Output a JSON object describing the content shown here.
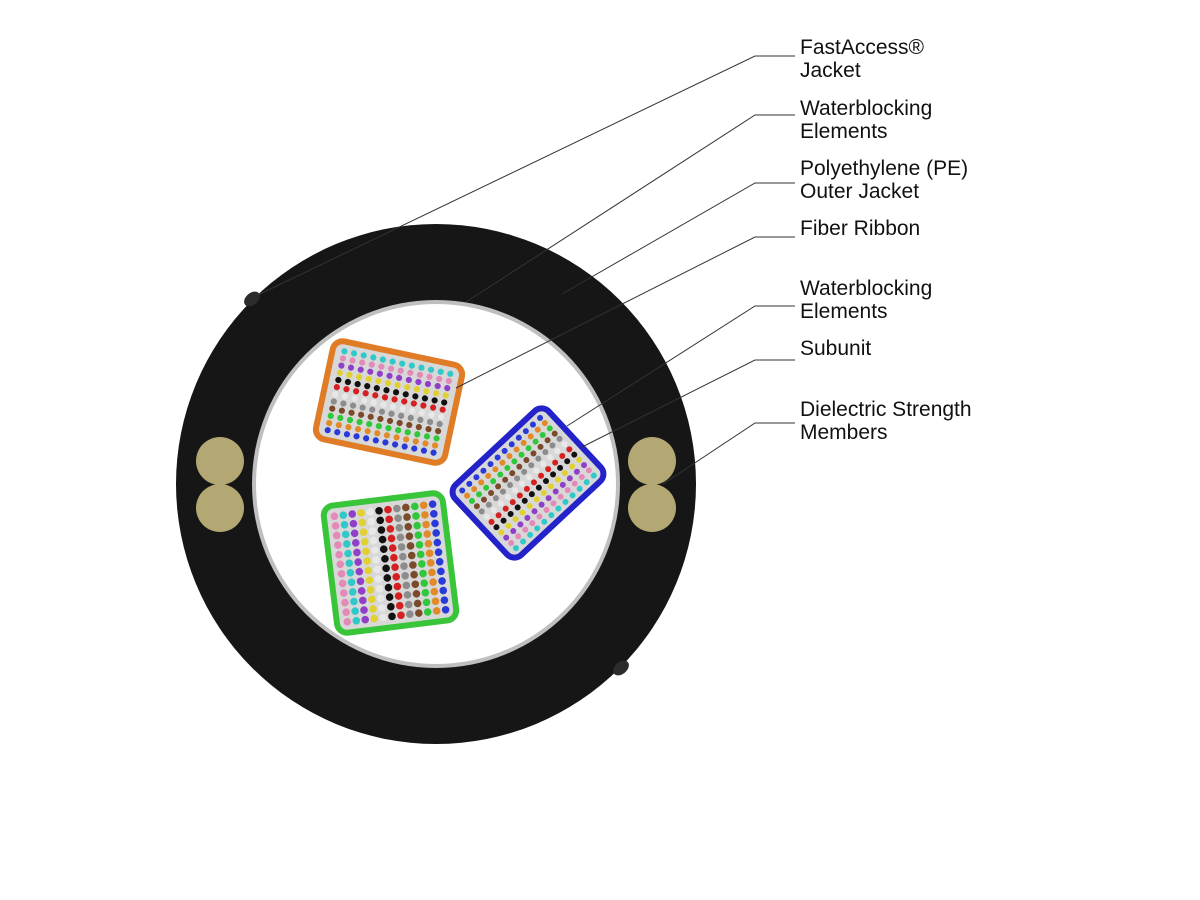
{
  "labels": [
    {
      "id": "fastaccess-jacket",
      "lines": [
        "FastAccess®",
        "Jacket"
      ]
    },
    {
      "id": "waterblocking-elements-outer",
      "lines": [
        "Waterblocking",
        "Elements"
      ]
    },
    {
      "id": "pe-outer-jacket",
      "lines": [
        "Polyethylene (PE)",
        "Outer Jacket"
      ]
    },
    {
      "id": "fiber-ribbon",
      "lines": [
        "Fiber Ribbon"
      ]
    },
    {
      "id": "waterblocking-elements-inner",
      "lines": [
        "Waterblocking",
        "Elements"
      ]
    },
    {
      "id": "subunit",
      "lines": [
        "Subunit"
      ]
    },
    {
      "id": "dielectric-strength-members",
      "lines": [
        "Dielectric Strength",
        "Members"
      ]
    }
  ],
  "colors": {
    "jacket": "#161616",
    "core": "#ffffff",
    "core_ring": "#b9b9b9",
    "strength_member": "#b3a873",
    "subunit_orange": "#e07c26",
    "subunit_blue": "#2323c9",
    "subunit_green": "#38c53a",
    "leader_line": "#333333",
    "fiber_palette": [
      "#2a3ad8",
      "#e08a2a",
      "#2fc83a",
      "#7a4a2a",
      "#8c8c8c",
      "#e8e8e8",
      "#d42020",
      "#111111",
      "#e0d030",
      "#9040c8",
      "#e38ab8",
      "#30c8c8"
    ]
  }
}
